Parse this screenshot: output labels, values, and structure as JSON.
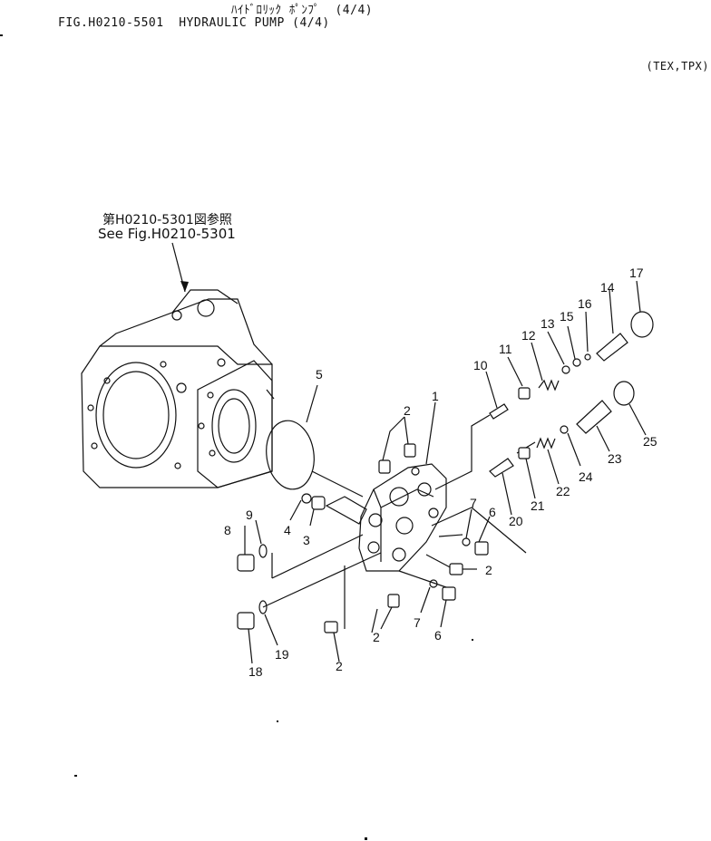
{
  "header": {
    "japanese_title": "ﾊｲﾄﾞﾛﾘｯｸ ﾎﾟﾝﾌﾟ  (4/4)",
    "figure_title": "FIG.H0210-5501  HYDRAULIC PUMP (4/4)",
    "variant": "(TEX,TPX)"
  },
  "reference": {
    "japanese": "第H0210-5301図参照",
    "english": "See Fig.H0210-5301"
  },
  "callouts": {
    "c1": "1",
    "c2a": "2",
    "c2b": "2",
    "c2c": "2",
    "c2d": "2",
    "c3": "3",
    "c4": "4",
    "c5": "5",
    "c6a": "6",
    "c6b": "6",
    "c7a": "7",
    "c7b": "7",
    "c8": "8",
    "c9": "9",
    "c10": "10",
    "c11": "11",
    "c12": "12",
    "c13": "13",
    "c14": "14",
    "c15": "15",
    "c16": "16",
    "c17": "17",
    "c18": "18",
    "c19": "19",
    "c20": "20",
    "c21": "21",
    "c22": "22",
    "c23": "23",
    "c24": "24",
    "c25": "25"
  }
}
